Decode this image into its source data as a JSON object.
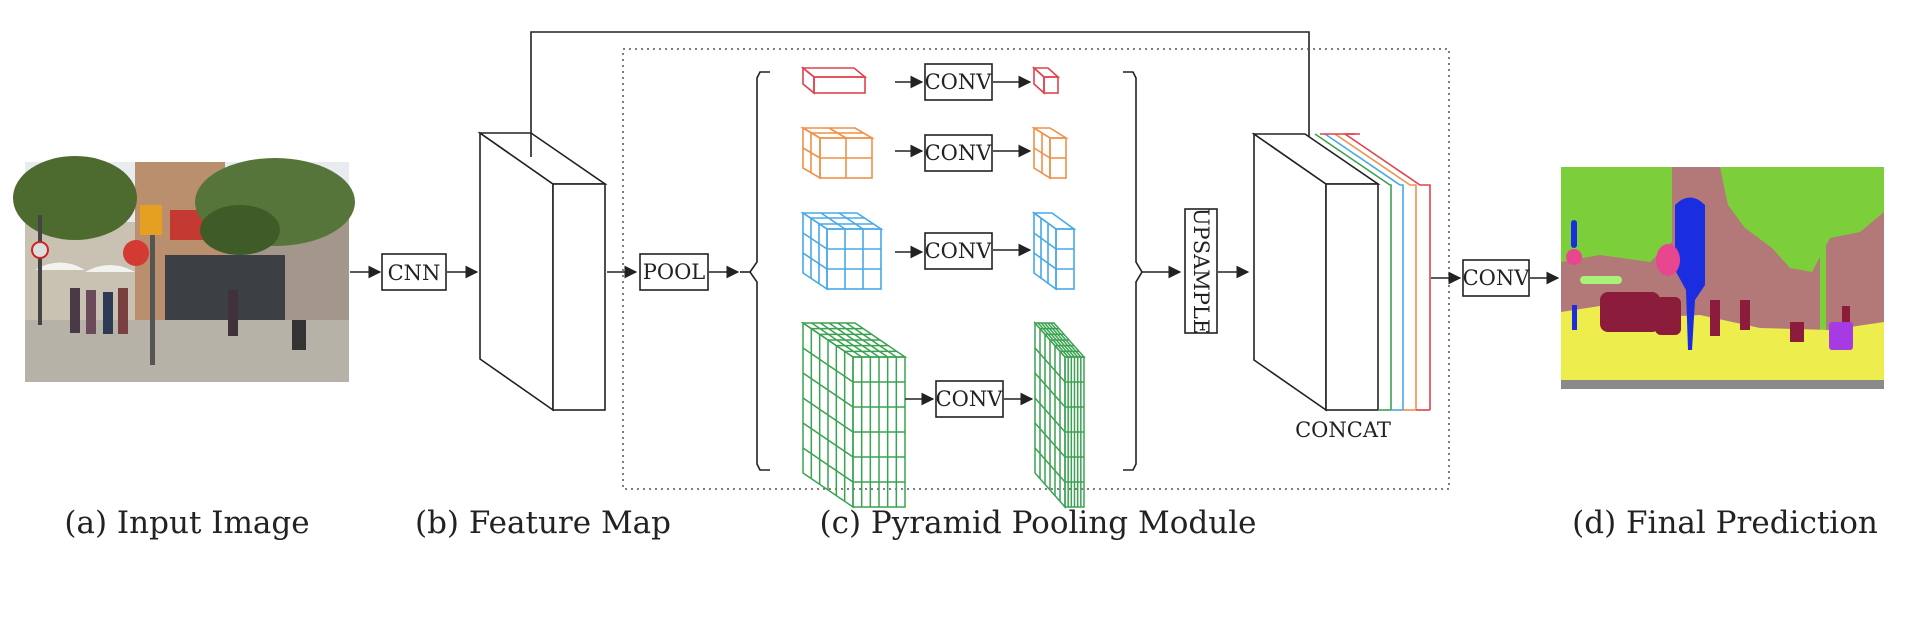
{
  "diagram": {
    "captions": {
      "input": "(a) Input Image",
      "feature": "(b) Feature Map",
      "ppm": "(c) Pyramid Pooling Module",
      "prediction": "(d) Final Prediction"
    },
    "blocks": {
      "cnn": "CNN",
      "pool": "POOL",
      "conv_1": "CONV",
      "conv_2": "CONV",
      "conv_3": "CONV",
      "conv_6": "CONV",
      "upsample": "UPSAMPLE",
      "concat": "CONCAT",
      "conv_final": "CONV"
    },
    "pyramid_levels": [
      {
        "bins": 1,
        "color": "#e0424c"
      },
      {
        "bins": 2,
        "color": "#ef9149"
      },
      {
        "bins": 3,
        "color": "#48a9e8"
      },
      {
        "bins": 6,
        "color": "#3aa251"
      }
    ],
    "segmentation_colors": {
      "vegetation": "#7ccf3a",
      "building": "#b37878",
      "road": "#eded4e",
      "person": "#8b1c3b",
      "pole": "#1a2de0",
      "sign": "#e8478f",
      "sidewalk": "#8a8a8a",
      "car": "#a63ae3"
    }
  }
}
